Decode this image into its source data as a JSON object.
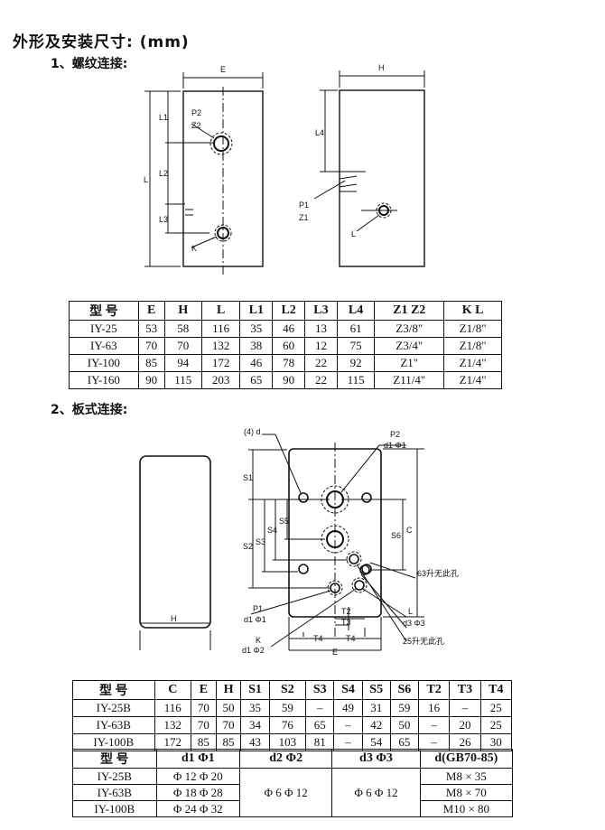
{
  "page_title": "外形及安装尺寸: (mm)",
  "section1": {
    "heading": "1、螺纹连接:",
    "labels": {
      "E": "E",
      "H": "H",
      "L": "L",
      "L1": "L1",
      "L2": "L2",
      "L3": "L3",
      "L4": "L4",
      "P2": "P2",
      "Z2": "Z2",
      "K": "K",
      "P1": "P1",
      "Z1": "Z1",
      "Lport": "L"
    },
    "table": {
      "headers": [
        "型 号",
        "E",
        "H",
        "L",
        "L1",
        "L2",
        "L3",
        "L4",
        "Z1 Z2",
        "K L"
      ],
      "rows": [
        [
          "IY-25",
          "53",
          "58",
          "116",
          "35",
          "46",
          "13",
          "61",
          "Z3/8\"",
          "Z1/8\""
        ],
        [
          "IY-63",
          "70",
          "70",
          "132",
          "38",
          "60",
          "12",
          "75",
          "Z3/4\"",
          "Z1/8\""
        ],
        [
          "IY-100",
          "85",
          "94",
          "172",
          "46",
          "78",
          "22",
          "92",
          "Z1\"",
          "Z1/4\""
        ],
        [
          "IY-160",
          "90",
          "115",
          "203",
          "65",
          "90",
          "22",
          "115",
          "Z11/4\"",
          "Z1/4\""
        ]
      ]
    }
  },
  "section2": {
    "heading": "2、板式连接:",
    "labels": {
      "H": "H",
      "d4": "(4) d",
      "P2": "P2",
      "d1phi1": "d1 Φ1",
      "S1": "S1",
      "S2": "S2",
      "S3": "S3",
      "S4": "S4",
      "S5": "S5",
      "S6": "S6",
      "C": "C",
      "note63": "63升无此孔",
      "P1": "P1",
      "d1phi1b": "d1 Φ1",
      "T2": "T2",
      "T3": "T3",
      "K": "K",
      "d1phi2": "d1 Φ2",
      "L": "L",
      "d3phi3": "d3 Φ3",
      "note25": "25升无此孔",
      "T4a": "T4",
      "T4b": "T4",
      "E": "E"
    },
    "table": {
      "headers": [
        "型 号",
        "C",
        "E",
        "H",
        "S1",
        "S2",
        "S3",
        "S4",
        "S5",
        "S6",
        "T2",
        "T3",
        "T4"
      ],
      "rows": [
        [
          "IY-25B",
          "116",
          "70",
          "50",
          "35",
          "59",
          "–",
          "49",
          "31",
          "59",
          "16",
          "–",
          "25"
        ],
        [
          "IY-63B",
          "132",
          "70",
          "70",
          "34",
          "76",
          "65",
          "–",
          "42",
          "50",
          "–",
          "20",
          "25"
        ],
        [
          "IY-100B",
          "172",
          "85",
          "85",
          "43",
          "103",
          "81",
          "–",
          "54",
          "65",
          "–",
          "26",
          "30"
        ]
      ]
    },
    "table2": {
      "headers": [
        "型 号",
        "d1 Φ1",
        "d2 Φ2",
        "d3 Φ3",
        "d(GB70-85)"
      ],
      "models": [
        "IY-25B",
        "IY-63B",
        "IY-100B"
      ],
      "d1phi1": [
        "Φ 12 Φ 20",
        "Φ 18 Φ 28",
        "Φ 24 Φ 32"
      ],
      "d2phi2": "Φ 6 Φ 12",
      "d3phi3": "Φ 6 Φ 12",
      "screws": [
        "M8 × 35",
        "M8 × 70",
        "M10 × 80"
      ]
    }
  }
}
